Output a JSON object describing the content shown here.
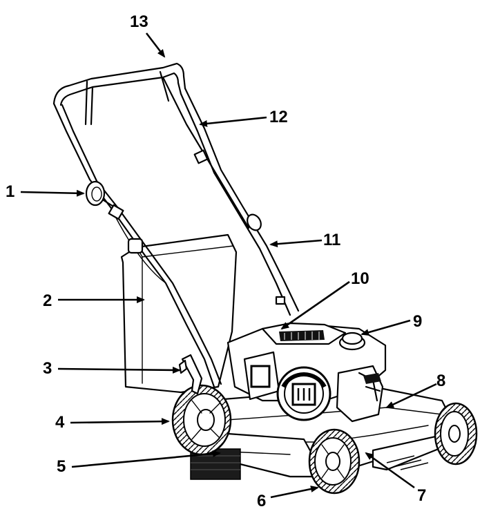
{
  "figure": {
    "callouts": [
      {
        "id": "1",
        "label": "1"
      },
      {
        "id": "2",
        "label": "2"
      },
      {
        "id": "3",
        "label": "3"
      },
      {
        "id": "4",
        "label": "4"
      },
      {
        "id": "5",
        "label": "5"
      },
      {
        "id": "6",
        "label": "6"
      },
      {
        "id": "7",
        "label": "7"
      },
      {
        "id": "8",
        "label": "8"
      },
      {
        "id": "9",
        "label": "9"
      },
      {
        "id": "10",
        "label": "10"
      },
      {
        "id": "11",
        "label": "11"
      },
      {
        "id": "12",
        "label": "12"
      },
      {
        "id": "13",
        "label": "13"
      }
    ]
  }
}
